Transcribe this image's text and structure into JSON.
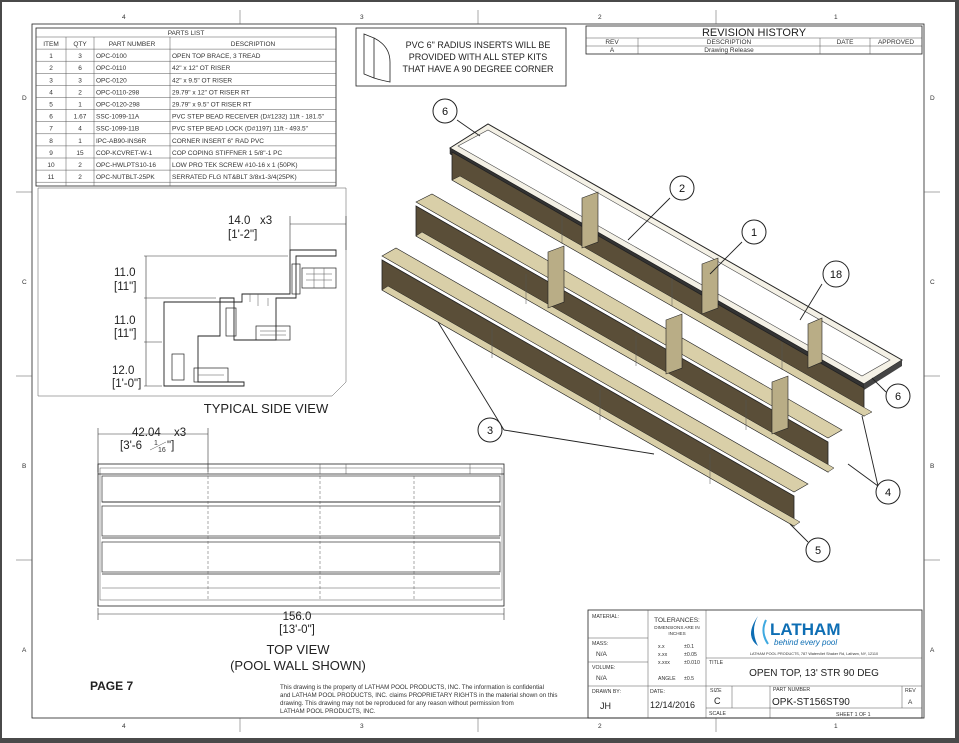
{
  "parts_list": {
    "title": "PARTS LIST",
    "headers": [
      "ITEM",
      "QTY",
      "PART NUMBER",
      "DESCRIPTION"
    ],
    "rows": [
      [
        "1",
        "3",
        "OPC-0100",
        "OPEN TOP BRACE, 3 TREAD"
      ],
      [
        "2",
        "6",
        "OPC-0110",
        "42\" x 12\" OT RISER"
      ],
      [
        "3",
        "3",
        "OPC-0120",
        "42\" x 9.5\" OT RISER"
      ],
      [
        "4",
        "2",
        "OPC-0110-298",
        "29.79\" x 12\" OT RISER RT"
      ],
      [
        "5",
        "1",
        "OPC-0120-298",
        "29.79\" x 9.5\" OT RISER RT"
      ],
      [
        "6",
        "1.67",
        "SSC-1099-11A",
        "PVC STEP BEAD RECEIVER (D#1232) 11ft - 181.5\""
      ],
      [
        "7",
        "4",
        "SSC-1099-11B",
        "PVC STEP BEAD LOCK (D#1197) 11ft - 493.5\""
      ],
      [
        "8",
        "1",
        "IPC-AB90-INS6R",
        "CORNER INSERT 6\" RAD PVC"
      ],
      [
        "9",
        "15",
        "COP-KCVRET-W-1",
        "COP COPING STIFFNER 1 5/8\"-1 PC"
      ],
      [
        "10",
        "2",
        "OPC-HWLPTS10-16",
        "LOW PRO TEK SCREW #10-16 x 1 (50PK)"
      ],
      [
        "11",
        "2",
        "OPC-NUTBLT-25PK",
        "SERRATED FLG NT&BLT 3/8x1-3/4(25PK)"
      ]
    ]
  },
  "note": {
    "line1": "PVC 6\" RADIUS INSERTS WILL BE",
    "line2": "PROVIDED WITH ALL STEP KITS",
    "line3": "THAT HAVE A 90 DEGREE CORNER"
  },
  "revision": {
    "title": "REVISION HISTORY",
    "headers": [
      "REV",
      "DESCRIPTION",
      "DATE",
      "APPROVED"
    ],
    "rows": [
      [
        "A",
        "Drawing Release",
        "",
        ""
      ]
    ]
  },
  "side_view": {
    "label": "TYPICAL SIDE VIEW",
    "dim_width": "14.0",
    "dim_width_mult": "x3",
    "dim_width_ft": "[1'-2\"]",
    "dim_h1": "11.0",
    "dim_h1_ft": "[11\"]",
    "dim_h2": "11.0",
    "dim_h2_ft": "[11\"]",
    "dim_h3": "12.0",
    "dim_h3_ft": "[1'-0\"]"
  },
  "top_view": {
    "label1": "TOP VIEW",
    "label2": "(POOL WALL SHOWN)",
    "dim_section": "42.04",
    "dim_section_mult": "x3",
    "dim_section_ft": "[3'-6",
    "dim_section_frac_num": "1",
    "dim_section_frac_den": "16",
    "dim_section_close": "\"]",
    "dim_total": "156.0",
    "dim_total_ft": "[13'-0\"]"
  },
  "balloons": {
    "b1": "1",
    "b2": "2",
    "b3": "3",
    "b4": "4",
    "b5": "5",
    "b6a": "6",
    "b6b": "6",
    "b18": "18"
  },
  "page_label": "PAGE 7",
  "disclaimer": {
    "line1": "This drawing is the property of LATHAM POOL PRODUCTS, INC. The information is confidential",
    "line2": "and LATHAM POOL PRODUCTS, INC. claims PROPRIETARY RIGHTS in the material shown on this",
    "line3": "drawing. This drawing may not be reproduced for any reason without permission from",
    "line4": "LATHAM POOL PRODUCTS, INC."
  },
  "title_block": {
    "material_label": "MATERIAL:",
    "mass_label": "MASS:",
    "mass_value": "N/A",
    "volume_label": "VOLUME:",
    "volume_value": "N/A",
    "drawn_by_label": "DRAWN BY:",
    "drawn_by": "JH",
    "date_label": "DATE:",
    "date": "12/14/2016",
    "tolerances_title": "TOLERANCES:",
    "tolerances_sub1": "DIMENSIONS ARE IN",
    "tolerances_sub2": "INCHES",
    "tol_1_key": "x.x",
    "tol_1_val": "±0.1",
    "tol_2_key": "x.xx",
    "tol_2_val": "±0.05",
    "tol_3_key": "x.xxx",
    "tol_3_val": "±0.010",
    "angle_label": "ANGLE",
    "angle_value": "±0.5",
    "logo_text": "LATHAM",
    "logo_tagline": "behind every pool",
    "address": "LATHAM POOL PRODUCTS, 787 Watervliet Shaker Rd, Latham, NY, 12110",
    "title_label": "TITLE",
    "title_value": "OPEN TOP, 13' STR 90 DEG",
    "size_label": "SIZE",
    "size_value": "C",
    "part_number_label": "PART NUMBER",
    "part_number": "OPK-ST156ST90",
    "rev_label": "REV",
    "rev_value": "A",
    "scale_label": "SCALE",
    "sheet_label": "SHEET 1 OF 1"
  },
  "border": {
    "cols_top": [
      "4",
      "3",
      "2",
      "1"
    ],
    "rows_left": [
      "D",
      "C",
      "B",
      "A"
    ]
  },
  "colors": {
    "riser_face": "#5a4e38",
    "riser_top": "#d9cfa8",
    "frame": "#222222",
    "logo_blue": "#0e6eb4"
  }
}
